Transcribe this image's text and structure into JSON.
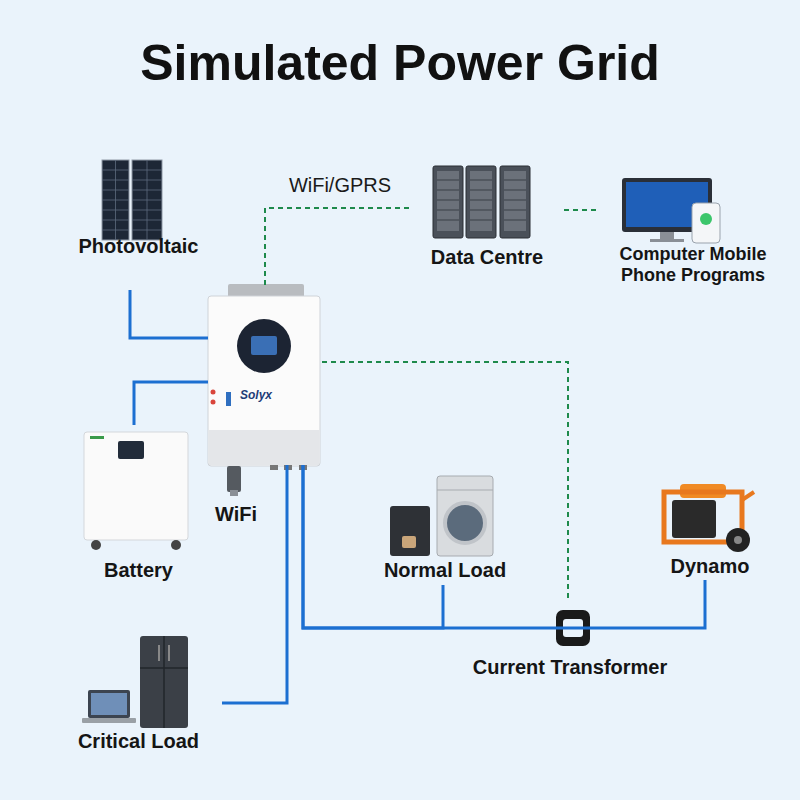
{
  "diagram": {
    "title": "Simulated Power Grid",
    "nodes": [
      {
        "text": [
          "Photovoltaic"
        ]
      },
      {
        "text": [
          "Data Centre"
        ]
      },
      {
        "text": [
          "Computer Mobile Phone Programs"
        ]
      },
      {
        "text": [
          "Solyx"
        ]
      },
      {
        "text": [
          "Battery"
        ]
      },
      {
        "text": [
          "WiFi"
        ]
      },
      {
        "text": [
          "Normal Load"
        ]
      },
      {
        "text": [
          "Dynamo"
        ]
      },
      {
        "text": [
          "Current Transformer"
        ]
      },
      {
        "text": [
          "Critical Load"
        ]
      }
    ],
    "edges": [
      {
        "from": 0,
        "to": 3,
        "arrow": "none"
      },
      {
        "from": 3,
        "to": 1,
        "label": "WiFi/GPRS",
        "arrow": "none"
      },
      {
        "from": 1,
        "to": 2,
        "arrow": "none"
      },
      {
        "from": 4,
        "to": 3,
        "arrow": "none"
      },
      {
        "from": 3,
        "to": 6,
        "arrow": "none"
      },
      {
        "from": 3,
        "to": 7,
        "arrow": "none"
      },
      {
        "from": 3,
        "to": 8,
        "arrow": "none"
      },
      {
        "from": 3,
        "to": 9,
        "arrow": "none"
      }
    ]
  }
}
